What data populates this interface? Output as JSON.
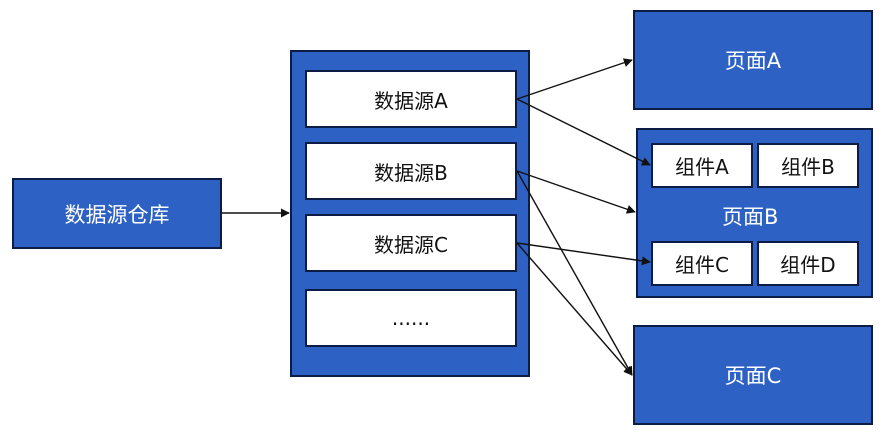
{
  "warehouse": {
    "label": "数据源仓库"
  },
  "sources": [
    {
      "label": "数据源A"
    },
    {
      "label": "数据源B"
    },
    {
      "label": "数据源C"
    },
    {
      "label": "......"
    }
  ],
  "pages": {
    "a": {
      "label": "页面A"
    },
    "b": {
      "label": "页面B",
      "components": [
        {
          "label": "组件A"
        },
        {
          "label": "组件B"
        },
        {
          "label": "组件C"
        },
        {
          "label": "组件D"
        }
      ]
    },
    "c": {
      "label": "页面C"
    }
  },
  "colors": {
    "box_fill": "#2e61c4",
    "border": "#0c1c45",
    "arrow": "#111111"
  }
}
